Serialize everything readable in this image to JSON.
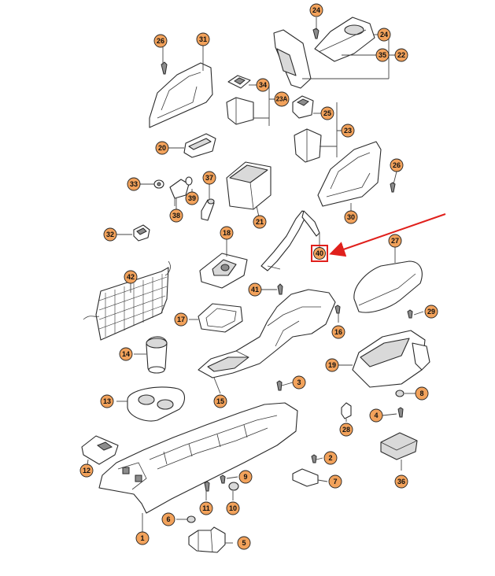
{
  "colors": {
    "callout_fill": "#f2a25b",
    "highlight_box": "#e0201c",
    "arrow": "#e0201c",
    "line": "#2a2a2a"
  },
  "callouts": {
    "c1": "1",
    "c2": "2",
    "c3": "3",
    "c4": "4",
    "c5": "5",
    "c6": "6",
    "c7": "7",
    "c8": "8",
    "c9": "9",
    "c10": "10",
    "c11": "11",
    "c12": "12",
    "c13": "13",
    "c14": "14",
    "c15": "15",
    "c16": "16",
    "c17": "17",
    "c18": "18",
    "c19": "19",
    "c20": "20",
    "c21": "21",
    "c22": "22",
    "c23": "23",
    "c23A": "23A",
    "c24a": "24",
    "c24b": "24",
    "c25": "25",
    "c26a": "26",
    "c26b": "26",
    "c27": "27",
    "c28": "28",
    "c29": "29",
    "c30": "30",
    "c31": "31",
    "c32": "32",
    "c33": "33",
    "c34": "34",
    "c35": "35",
    "c36": "36",
    "c37": "37",
    "c38": "38",
    "c39": "39",
    "c40": "40",
    "c41": "41",
    "c42": "42"
  },
  "highlighted_part": "40"
}
